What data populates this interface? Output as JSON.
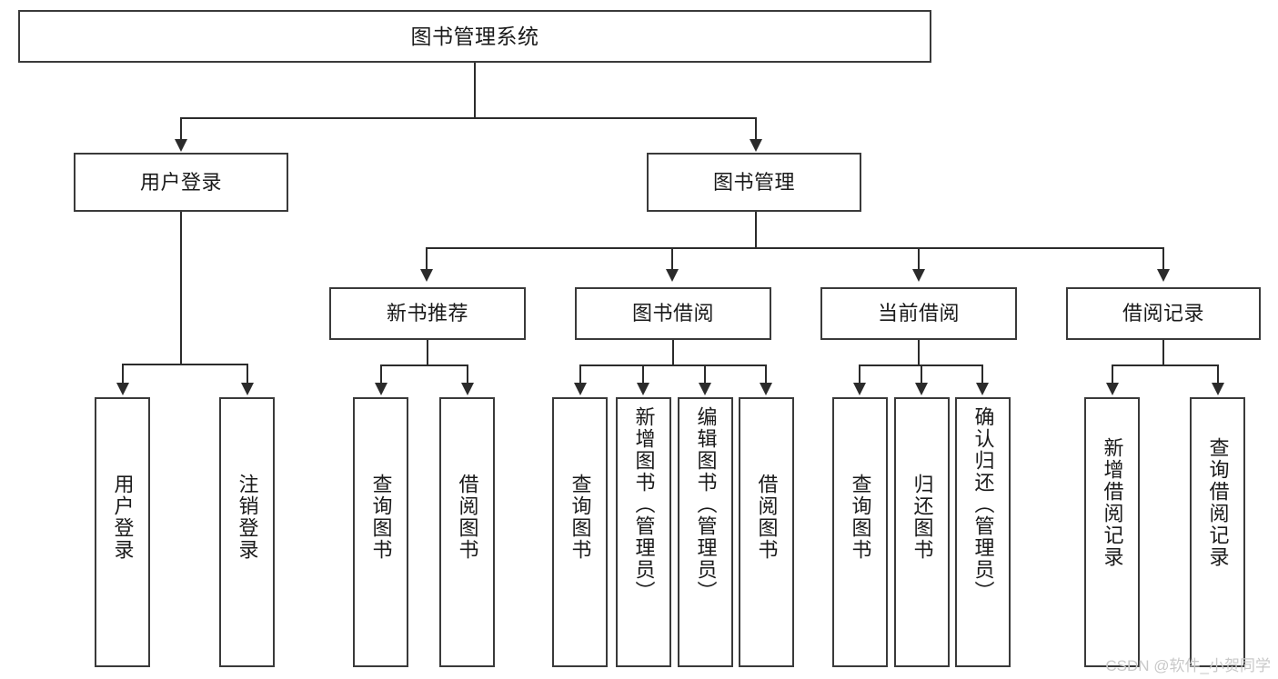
{
  "diagram": {
    "title": "图书管理系统",
    "type": "hierarchy-tree",
    "levels": 4,
    "root": {
      "label": "图书管理系统",
      "children": [
        {
          "label": "用户登录",
          "children": [
            {
              "label": "用户登录"
            },
            {
              "label": "注销登录"
            }
          ]
        },
        {
          "label": "图书管理",
          "children": [
            {
              "label": "新书推荐",
              "children": [
                {
                  "label": "查询图书"
                },
                {
                  "label": "借阅图书"
                }
              ]
            },
            {
              "label": "图书借阅",
              "children": [
                {
                  "label": "查询图书"
                },
                {
                  "label": "新增图书（管理员）"
                },
                {
                  "label": "编辑图书（管理员）"
                },
                {
                  "label": "借阅图书"
                }
              ]
            },
            {
              "label": "当前借阅",
              "children": [
                {
                  "label": "查询图书"
                },
                {
                  "label": "归还图书"
                },
                {
                  "label": "确认归还（管理员）"
                }
              ]
            },
            {
              "label": "借阅记录",
              "children": [
                {
                  "label": "新增借阅记录"
                },
                {
                  "label": "查询借阅记录"
                }
              ]
            }
          ]
        }
      ]
    }
  },
  "nodes": {
    "root": "图书管理系统",
    "l2_user_login": "用户登录",
    "l2_book_manage": "图书管理",
    "l3_new_book": "新书推荐",
    "l3_borrow": "图书借阅",
    "l3_current": "当前借阅",
    "l3_record": "借阅记录",
    "leaf_user_login": "用户登录",
    "leaf_logout": "注销登录",
    "leaf_nb_query": "查询图书",
    "leaf_nb_borrow": "借阅图书",
    "leaf_bb_query": "查询图书",
    "leaf_bb_add": "新增图书（管理员）",
    "leaf_bb_edit": "编辑图书（管理员）",
    "leaf_bb_borrow": "借阅图书",
    "leaf_cb_query": "查询图书",
    "leaf_cb_return": "归还图书",
    "leaf_cb_confirm": "确认归还（管理员）",
    "leaf_rec_add": "新增借阅记录",
    "leaf_rec_query": "查询借阅记录"
  },
  "watermark": {
    "text": "CSDN @软件_小贺同学"
  },
  "colors": {
    "border": "#3a3a3a",
    "line": "#2b2b2b",
    "text": "#1a1a1a",
    "background": "#ffffff",
    "watermark": "#c9c9c9"
  }
}
